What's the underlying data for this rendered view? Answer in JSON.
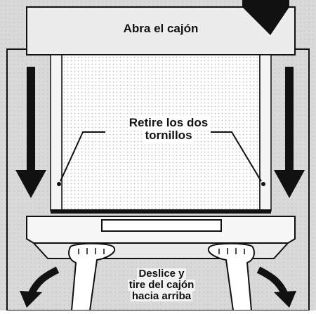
{
  "labels": {
    "open_drawer": "Abra el cajón",
    "remove_screws_line1": "Retire los dos",
    "remove_screws_line2": "tornillos",
    "slide_line1": "Deslice y",
    "slide_line2": "tire del cajón",
    "slide_line3": "hacia arriba"
  },
  "colors": {
    "line": "#111111",
    "wall": "#d6d6d6",
    "panel": "#e6e6e6",
    "screen_dots": "#c8c8c8"
  },
  "icons": [
    "arrow-down-icon",
    "arrow-curved-icon",
    "hand-icon",
    "screw-icon"
  ]
}
